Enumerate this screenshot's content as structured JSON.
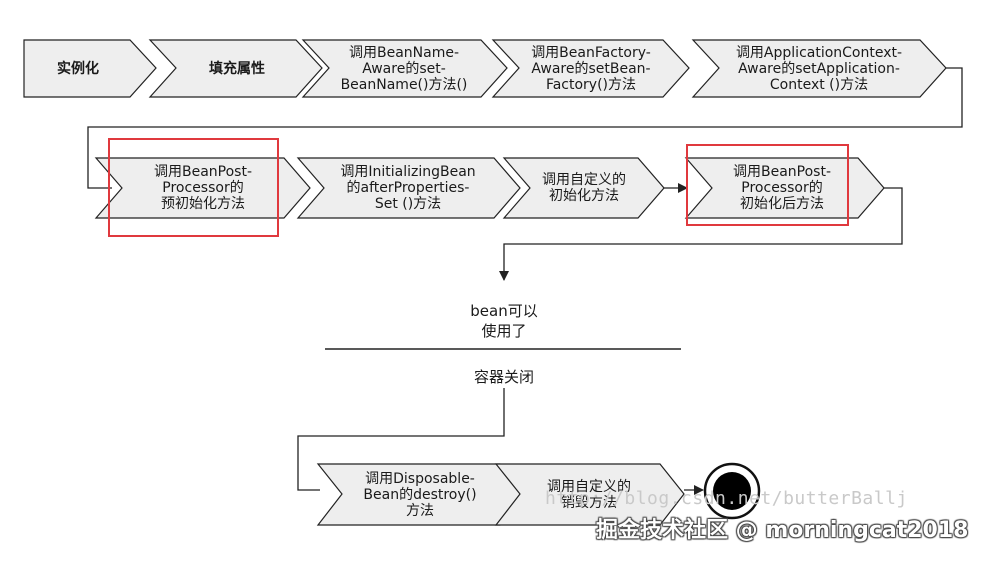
{
  "steps": [
    {
      "lines": [
        "实例化"
      ]
    },
    {
      "lines": [
        "填充属性"
      ]
    },
    {
      "lines": [
        "调用BeanName-",
        "Aware的set-",
        "BeanName()方法()"
      ]
    },
    {
      "lines": [
        "调用BeanFactory-",
        "Aware的setBean-",
        "Factory()方法"
      ]
    },
    {
      "lines": [
        "调用ApplicationContext-",
        "Aware的setApplication-",
        "Context ()方法"
      ]
    },
    {
      "lines": [
        "调用BeanPost-",
        "Processor的",
        "预初始化方法"
      ]
    },
    {
      "lines": [
        "调用InitializingBean",
        "的afterProperties-",
        "Set ()方法"
      ]
    },
    {
      "lines": [
        "调用自定义的",
        "初始化方法"
      ]
    },
    {
      "lines": [
        "调用BeanPost-",
        "Processor的",
        "初始化后方法"
      ]
    },
    {
      "lines": [
        "调用Disposable-",
        "Bean的destroy()",
        "方法"
      ]
    },
    {
      "lines": [
        "调用自定义的",
        "销毁方法"
      ]
    }
  ],
  "state_ready": {
    "line1": "bean可以",
    "line2": "使用了"
  },
  "state_close": "容器关闭",
  "watermark_url": "http://blog.csdn.net/butterBallj",
  "watermark_credit": "掘金技术社区 @ morningcat2018",
  "colors": {
    "chevron_fill": "#eeeeee",
    "stroke": "#222222",
    "highlight": "#e0393e"
  }
}
